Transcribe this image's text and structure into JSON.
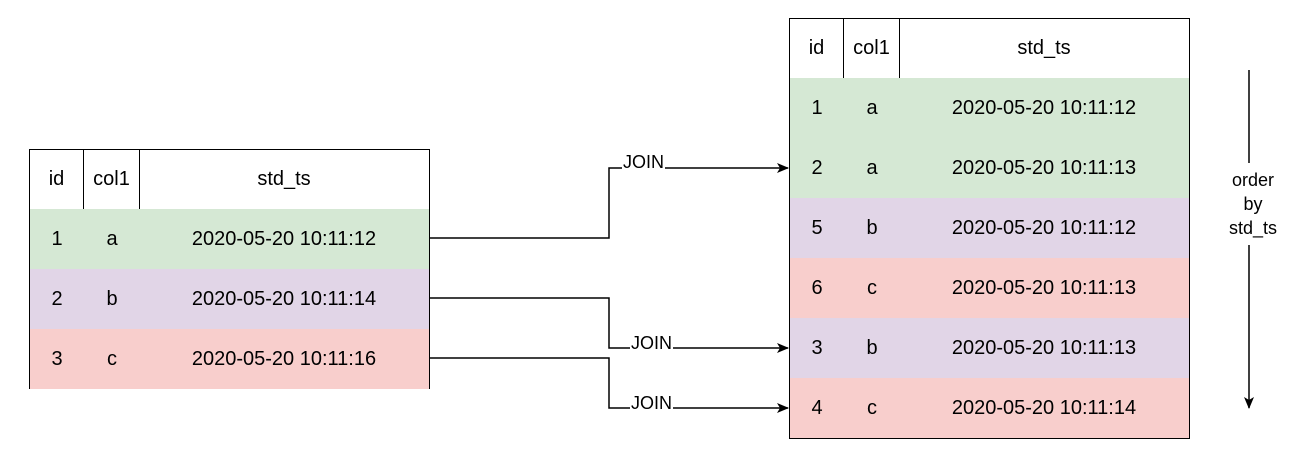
{
  "colors": {
    "green": "#d5e8d4",
    "purple": "#e1d5e7",
    "red": "#f8cecc",
    "line": "#000000"
  },
  "left_table": {
    "headers": [
      "id",
      "col1",
      "std_ts"
    ],
    "rows": [
      {
        "id": "1",
        "col1": "a",
        "std_ts": "2020-05-20 10:11:12",
        "color": "green"
      },
      {
        "id": "2",
        "col1": "b",
        "std_ts": "2020-05-20 10:11:14",
        "color": "purple"
      },
      {
        "id": "3",
        "col1": "c",
        "std_ts": "2020-05-20 10:11:16",
        "color": "red"
      }
    ]
  },
  "right_table": {
    "headers": [
      "id",
      "col1",
      "std_ts"
    ],
    "rows": [
      {
        "id": "1",
        "col1": "a",
        "std_ts": "2020-05-20 10:11:12",
        "color": "green"
      },
      {
        "id": "2",
        "col1": "a",
        "std_ts": "2020-05-20 10:11:13",
        "color": "green"
      },
      {
        "id": "5",
        "col1": "b",
        "std_ts": "2020-05-20 10:11:12",
        "color": "purple"
      },
      {
        "id": "6",
        "col1": "c",
        "std_ts": "2020-05-20 10:11:13",
        "color": "red"
      },
      {
        "id": "3",
        "col1": "b",
        "std_ts": "2020-05-20 10:11:13",
        "color": "purple"
      },
      {
        "id": "4",
        "col1": "c",
        "std_ts": "2020-05-20 10:11:14",
        "color": "red"
      }
    ]
  },
  "connectors": {
    "join_label": "JOIN",
    "links": [
      {
        "from_row": 1,
        "to_row": 2
      },
      {
        "from_row": 2,
        "to_row": 5
      },
      {
        "from_row": 3,
        "to_row": 6
      }
    ]
  },
  "order_label": [
    "order",
    "by",
    "std_ts"
  ]
}
